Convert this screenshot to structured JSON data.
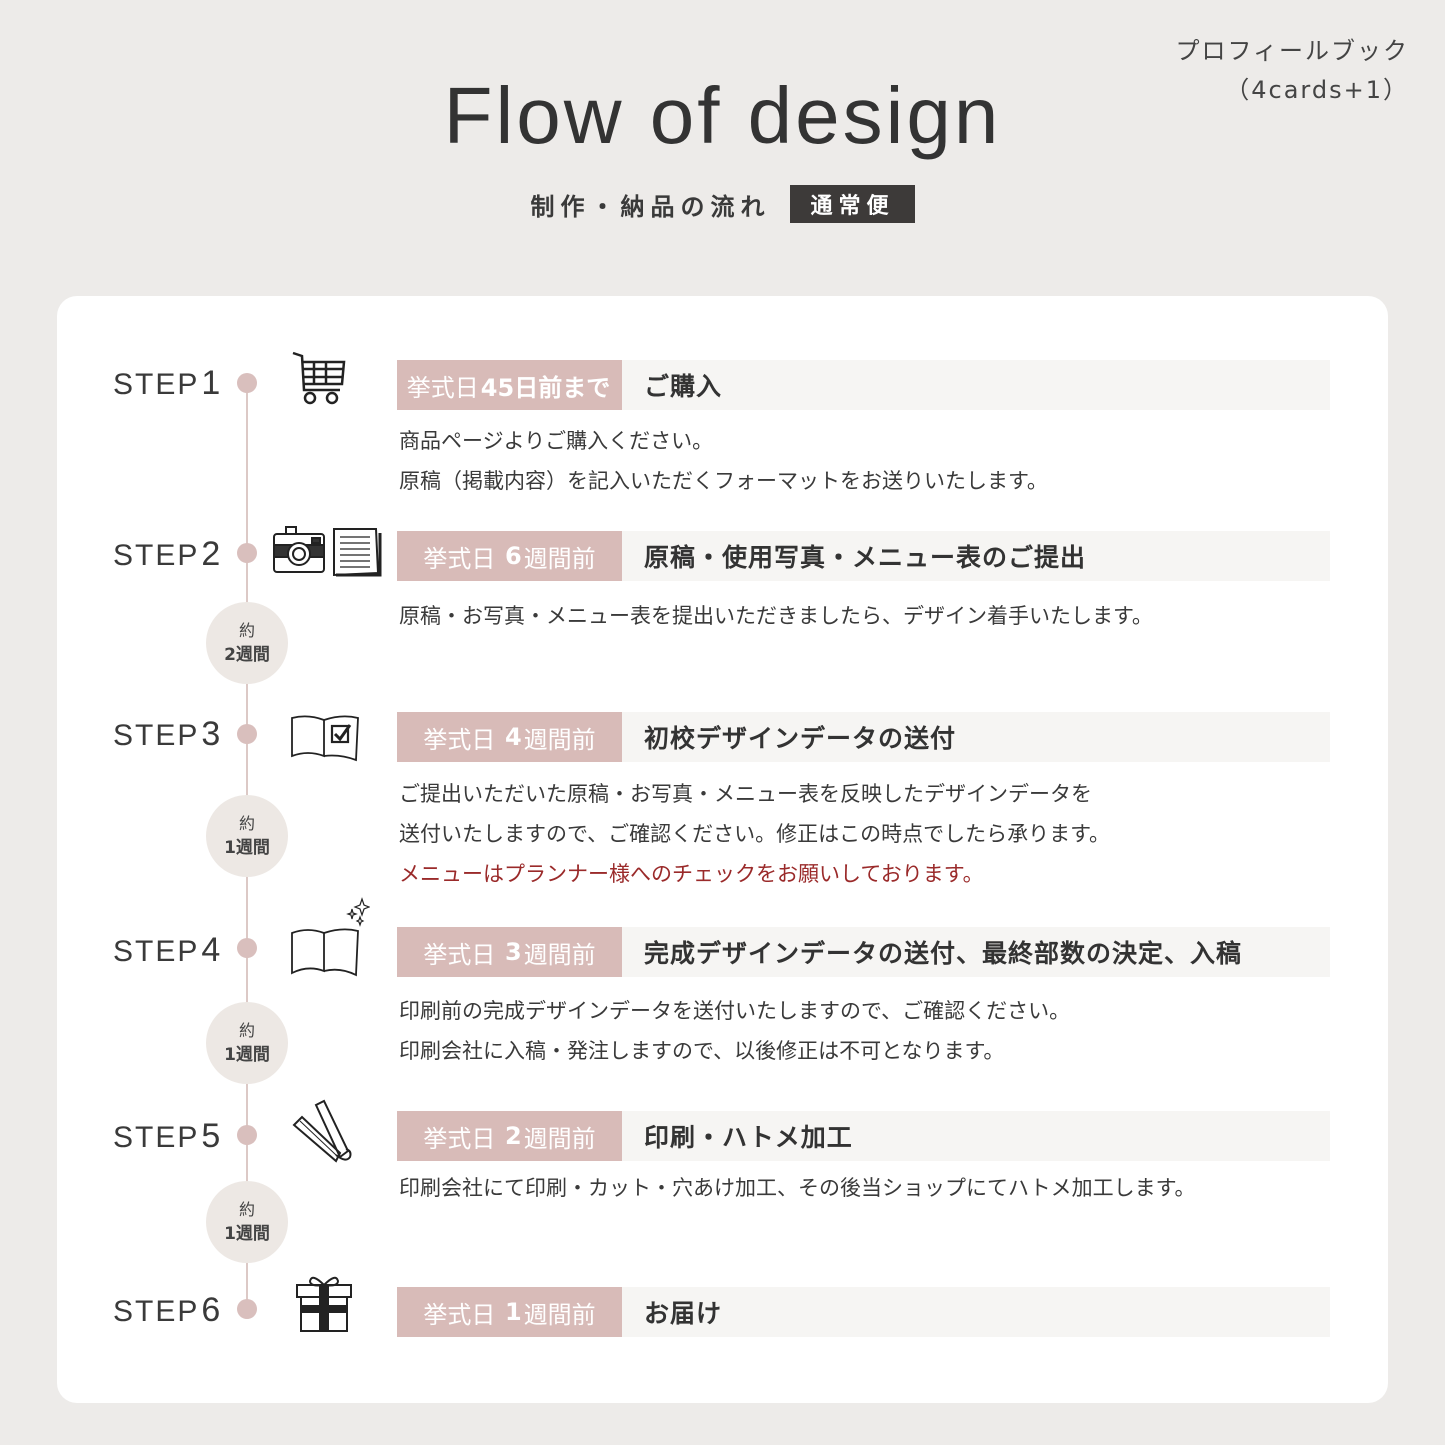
{
  "header": {
    "product_line1": "プロフィールブック",
    "product_line2": "（4cards+1）",
    "title": "Flow of design",
    "subtitle": "制作・納品の流れ",
    "badge": "通常便"
  },
  "colors": {
    "background": "#edebe9",
    "card": "#ffffff",
    "accent_pink": "#d8bbb8",
    "dot": "#d9bfbd",
    "head_bg": "#f6f5f3",
    "duration_bg": "#ede8e4",
    "warning_red": "#9a2a2a",
    "dark_badge": "#3d3a39"
  },
  "steps": [
    {
      "label": "STEP",
      "num": "1",
      "icon": "shopping-cart-icon",
      "when_prefix": "挙式日",
      "when_value": "45日前まで",
      "when_suffix": "",
      "title": "ご購入",
      "desc": [
        "商品ページよりご購入ください。",
        "原稿（掲載内容）を記入いただくフォーマットをお送りいたします。"
      ]
    },
    {
      "label": "STEP",
      "num": "2",
      "icon": "camera-and-document-icon",
      "when_prefix": "挙式日",
      "when_value": "6",
      "when_suffix": "週間前",
      "title": "原稿・使用写真・メニュー表のご提出",
      "desc": [
        "原稿・お写真・メニュー表を提出いただきましたら、デザイン着手いたします。"
      ]
    },
    {
      "label": "STEP",
      "num": "3",
      "icon": "book-check-icon",
      "when_prefix": "挙式日",
      "when_value": "4",
      "when_suffix": "週間前",
      "title": "初校デザインデータの送付",
      "desc": [
        "ご提出いただいた原稿・お写真・メニュー表を反映したデザインデータを",
        "送付いたしますので、ご確認ください。修正はこの時点でしたら承ります。"
      ],
      "warning": "メニューはプランナー様へのチェックをお願いしております。"
    },
    {
      "label": "STEP",
      "num": "4",
      "icon": "open-book-sparkle-icon",
      "when_prefix": "挙式日",
      "when_value": "3",
      "when_suffix": "週間前",
      "title": "完成デザインデータの送付、最終部数の決定、入稿",
      "desc": [
        "印刷前の完成デザインデータを送付いたしますので、ご確認ください。",
        "印刷会社に入稿・発注しますので、以後修正は不可となります。"
      ]
    },
    {
      "label": "STEP",
      "num": "5",
      "icon": "eyelet-punch-icon",
      "when_prefix": "挙式日",
      "when_value": "2",
      "when_suffix": "週間前",
      "title": "印刷・ハトメ加工",
      "desc": [
        "印刷会社にて印刷・カット・穴あけ加工、その後当ショップにてハトメ加工します。"
      ]
    },
    {
      "label": "STEP",
      "num": "6",
      "icon": "gift-box-icon",
      "when_prefix": "挙式日",
      "when_value": "1",
      "when_suffix": "週間前",
      "title": "お届け",
      "desc": []
    }
  ],
  "durations": [
    {
      "prefix": "約",
      "value": "2週間"
    },
    {
      "prefix": "約",
      "value": "1週間"
    },
    {
      "prefix": "約",
      "value": "1週間"
    },
    {
      "prefix": "約",
      "value": "1週間"
    }
  ]
}
